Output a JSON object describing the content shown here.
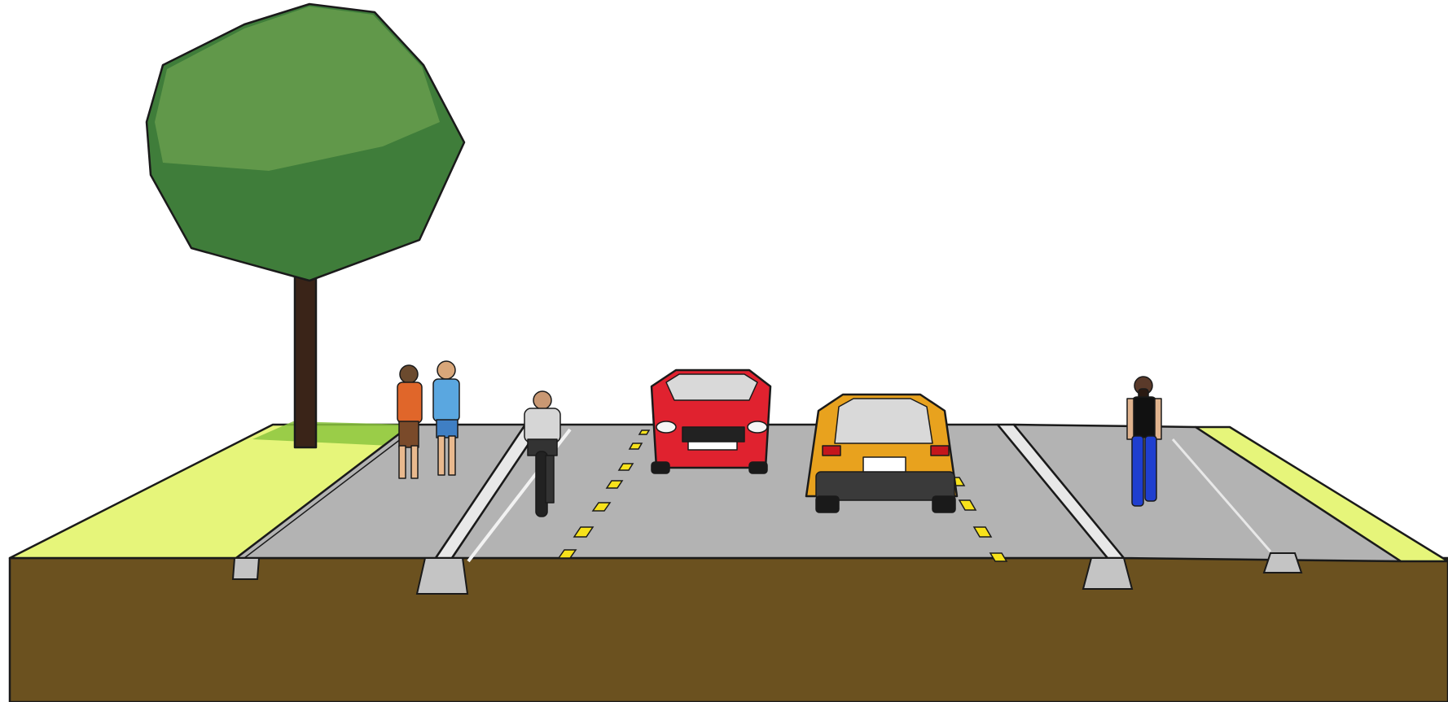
{
  "scene": {
    "colors": {
      "sky": "#ffffff",
      "soil": "#6b511f",
      "grass": "#e6f57a",
      "grass_shadow": "#8cc63f",
      "asphalt": "#b3b3b3",
      "asphalt_edge": "#8e8e8e",
      "curb": "#d6d6d6",
      "lane_marking": "#f7e21b",
      "tree_canopy": "#3f7d3a",
      "tree_canopy_light": "#6a9f4f",
      "tree_trunk": "#3a2418",
      "red_car": "#e0222f",
      "yellow_suv": "#e8a21e",
      "pedestrian_jeans": "#1f3fcf"
    },
    "elements": [
      "tree",
      "grass-verge-left",
      "grass-verge-right",
      "sidewalk-left",
      "bike-lane",
      "travel-lane-left",
      "travel-lane-right",
      "sidewalk-right",
      "red-car",
      "yellow-suv",
      "cyclist",
      "pedestrian-pair",
      "pedestrian-woman"
    ]
  }
}
